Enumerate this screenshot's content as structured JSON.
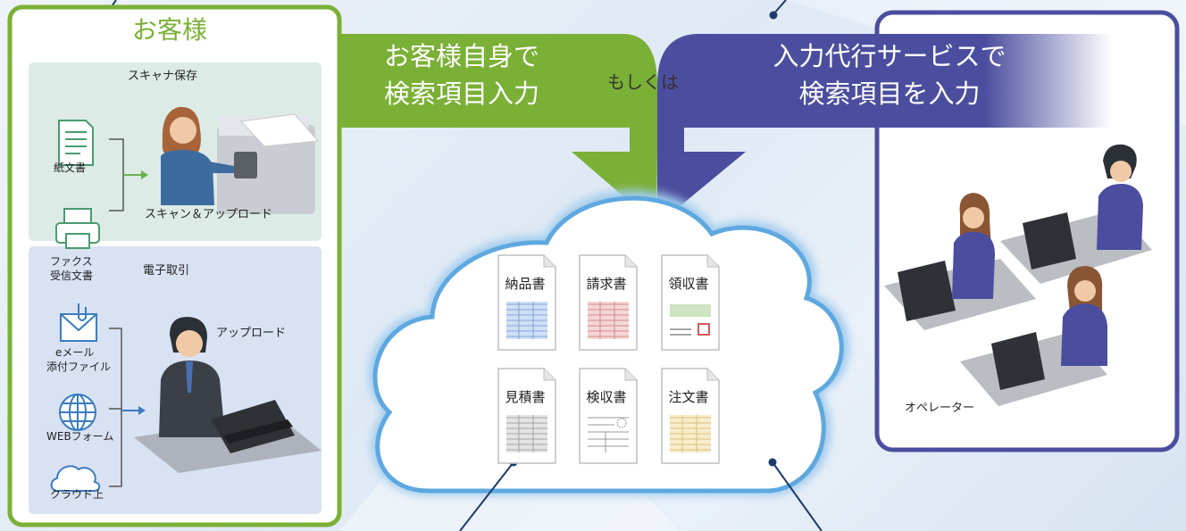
{
  "customer_panel": {
    "title": "お客様",
    "scan_section": {
      "title": "スキャナ保存",
      "paper_doc_label": "紙文書",
      "fax_label_line1": "ファクス",
      "fax_label_line2": "受信文書",
      "action_label": "スキャン＆アップロード"
    },
    "ecommerce_section": {
      "title": "電子取引",
      "email_label_line1": "eメール",
      "email_label_line2": "添付ファイル",
      "web_form_label": "WEBフォーム",
      "cloud_label": "クラウド上",
      "action_label": "アップロード"
    }
  },
  "self_input_band": {
    "line1": "お客様自身で",
    "line2": "検索項目入力"
  },
  "or_label": "もしくは",
  "service_band": {
    "line1": "入力代行サービスで",
    "line2": "検索項目を入力"
  },
  "operator_panel": {
    "label": "オペレーター"
  },
  "cloud_documents": [
    {
      "label": "納品書",
      "pattern": "blue-table"
    },
    {
      "label": "請求書",
      "pattern": "red-table"
    },
    {
      "label": "領収書",
      "pattern": "green-receipt"
    },
    {
      "label": "見積書",
      "pattern": "gray-table"
    },
    {
      "label": "検収書",
      "pattern": "inspection-form"
    },
    {
      "label": "注文書",
      "pattern": "yellow-table"
    }
  ],
  "colors": {
    "customer_green": "#7ab035",
    "service_navy": "#4b4e9e",
    "cloud_blue": "#5ea8e0",
    "scan_bg": "#dcebe6",
    "ecommerce_bg": "#d9e2f3",
    "pointer_navy": "#1d3a6b"
  }
}
